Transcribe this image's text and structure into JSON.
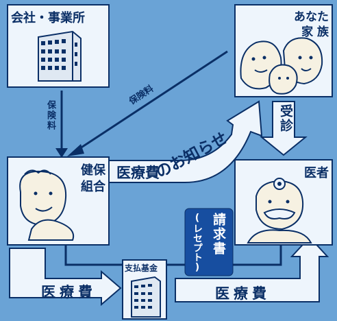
{
  "colors": {
    "background": "#6aa3d6",
    "box_fill": "#eef5fc",
    "outline": "#0a2f66",
    "text": "#0b2f66"
  },
  "nodes": {
    "company": {
      "label": "会社・事業所",
      "icon": "office-building-icon"
    },
    "family": {
      "label_line1": "あなた",
      "label_line2": "家 族",
      "icon": "family-illustration-icon"
    },
    "union": {
      "label_line1": "健保",
      "label_line2": "組合",
      "icon": "union-staff-illustration-icon"
    },
    "doctor": {
      "label": "医者",
      "icon": "doctor-illustration-icon"
    },
    "fund": {
      "label": "支払基金",
      "icon": "fund-building-icon"
    }
  },
  "arrows": {
    "premium_company": "保険料",
    "premium_family": "保険料",
    "consultation": "受診",
    "notice_prefix": "医療費",
    "notice_suffix": "のお知らせ",
    "receipt_line1": "請求書",
    "receipt_line2": "(レセプト)",
    "cost_left": "医療費",
    "cost_right": "医療費"
  }
}
